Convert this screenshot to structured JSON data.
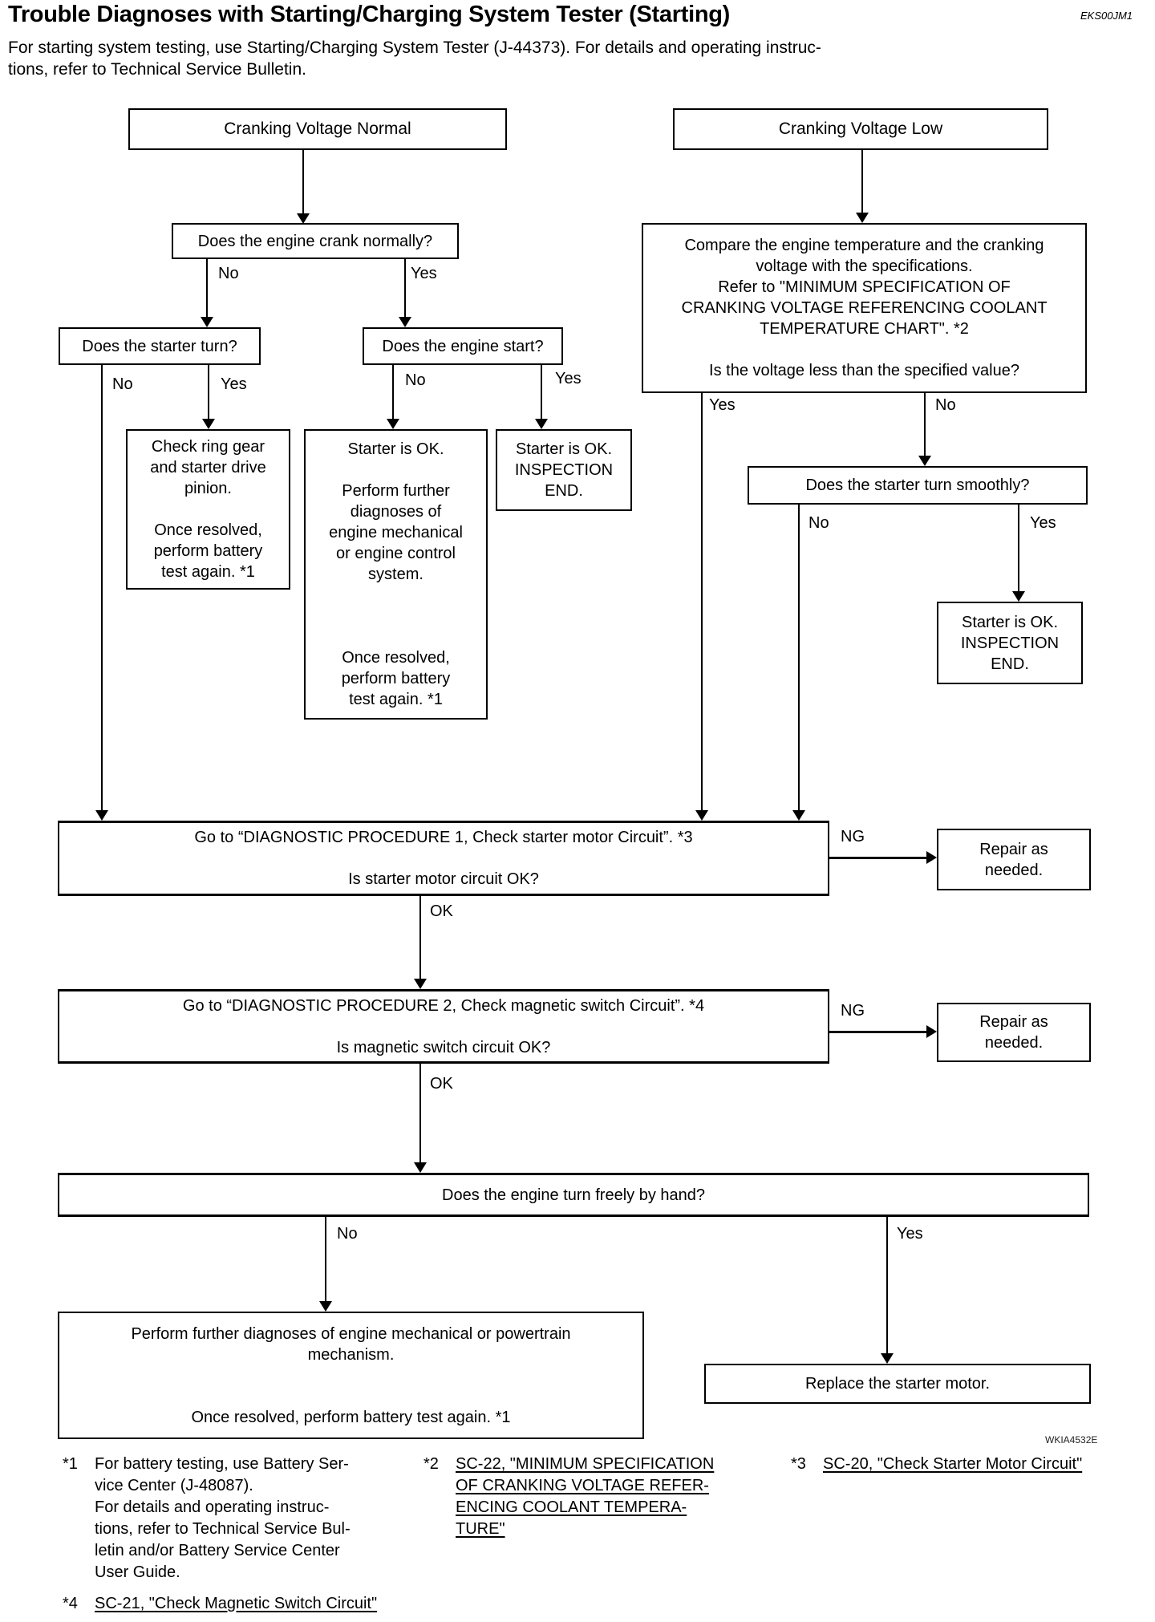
{
  "header": {
    "title": "Trouble Diagnoses with Starting/Charging System Tester (Starting)",
    "code": "EKS00JM1",
    "intro": "For starting system testing, use Starting/Charging System Tester (J-44373). For details and operating instruc-\ntions, refer to Technical Service Bulletin."
  },
  "flowchart": {
    "nodes": {
      "start_normal": "Cranking Voltage Normal",
      "start_low": "Cranking Voltage Low",
      "crank_normally": "Does the engine crank normally?",
      "starter_turn": "Does the starter turn?",
      "engine_start": "Does the engine start?",
      "check_ring_gear": "Check ring gear\nand starter drive\npinion.\n\nOnce resolved,\nperform battery\ntest again. *1",
      "starter_ok_further": "Starter is OK.\n\nPerform further\ndiagnoses of\nengine mechanical\nor engine control\nsystem.\n\n\n\nOnce resolved,\nperform battery\ntest again. *1",
      "starter_ok_end": "Starter is OK.\nINSPECTION\nEND.",
      "compare": "Compare the engine temperature and the cranking\nvoltage with the specifications.\nRefer to \"MINIMUM SPECIFICATION OF\nCRANKING VOLTAGE REFERENCING COOLANT\nTEMPERATURE CHART\". *2\n\nIs the voltage less than the specified value?",
      "starter_smoothly": "Does the starter turn smoothly?",
      "proc1": "Go to “DIAGNOSTIC PROCEDURE 1, Check starter motor Circuit”. *3\n\nIs starter motor circuit OK?",
      "repair": "Repair as\nneeded.",
      "proc2": "Go to “DIAGNOSTIC PROCEDURE 2, Check magnetic switch Circuit”. *4\n\nIs magnetic switch circuit OK?",
      "turn_freely": "Does the engine turn freely by hand?",
      "further_powertrain": "Perform further diagnoses of engine mechanical or powertrain\nmechanism.\n\n\nOnce resolved, perform battery test again. *1",
      "replace_starter": "Replace the starter motor."
    },
    "labels": {
      "yes": "Yes",
      "no": "No",
      "ok": "OK",
      "ng": "NG"
    },
    "figure_code": "WKIA4532E"
  },
  "footnotes": [
    {
      "marker": "*1",
      "text": "For battery testing, use Battery Ser-\nvice Center (J-48087).\nFor details and operating instruc-\ntions, refer to Technical Service Bul-\nletin and/or Battery Service Center\nUser Guide."
    },
    {
      "marker": "*2",
      "text": "SC-22, \"MINIMUM SPECIFICATION\nOF CRANKING VOLTAGE REFER-\nENCING COOLANT TEMPERA-\nTURE\""
    },
    {
      "marker": "*3",
      "text": "SC-20, \"Check Starter Motor Circuit\""
    },
    {
      "marker": "*4",
      "text": "SC-21, \"Check Magnetic Switch Circuit\""
    }
  ]
}
